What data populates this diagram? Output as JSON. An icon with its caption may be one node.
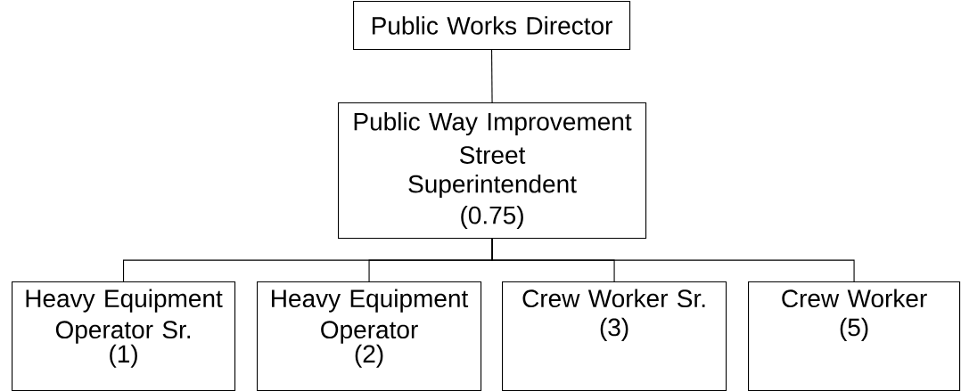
{
  "diagram": {
    "nodes": [
      {
        "text": [
          "Public Works Director"
        ]
      },
      {
        "text": [
          "Public Way Improvement",
          "Street",
          "Superintendent",
          "(0.75)"
        ]
      },
      {
        "text": [
          "Heavy Equipment Operator Sr.",
          "(1)"
        ]
      },
      {
        "text": [
          "Heavy Equipment Operator",
          "(2)"
        ]
      },
      {
        "text": [
          "Crew Worker Sr.",
          "(3)"
        ]
      },
      {
        "text": [
          "Crew Worker",
          "(5)"
        ]
      }
    ],
    "edges": [
      {
        "from": 0,
        "to": 1,
        "arrow": "none"
      },
      {
        "from": 1,
        "to": 2,
        "arrow": "none"
      },
      {
        "from": 1,
        "to": 3,
        "arrow": "none"
      },
      {
        "from": 1,
        "to": 4,
        "arrow": "none"
      },
      {
        "from": 1,
        "to": 5,
        "arrow": "none"
      }
    ]
  }
}
